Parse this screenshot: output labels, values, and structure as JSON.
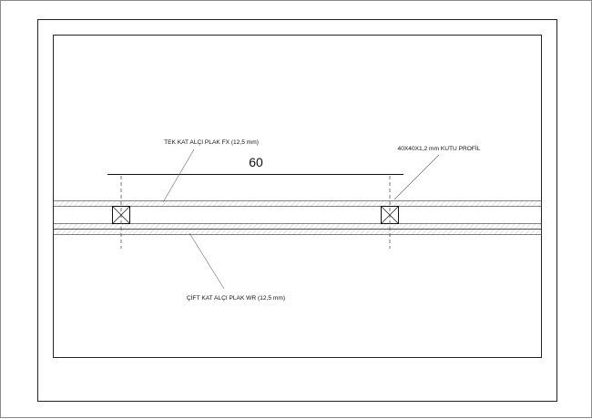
{
  "drawing": {
    "dimension_value": "60",
    "labels": {
      "top_board": "TEK KAT ALÇI PLAK FX (12,5 mm)",
      "profile": "40X40X1,2 mm KUTU PROFİL",
      "bottom_board": "ÇİFT KAT ALÇI PLAK WR (12,5 mm)"
    },
    "colors": {
      "line": "#111111",
      "hatch": "#9a9a9a",
      "dash": "#555555",
      "frame": "#222222"
    }
  }
}
